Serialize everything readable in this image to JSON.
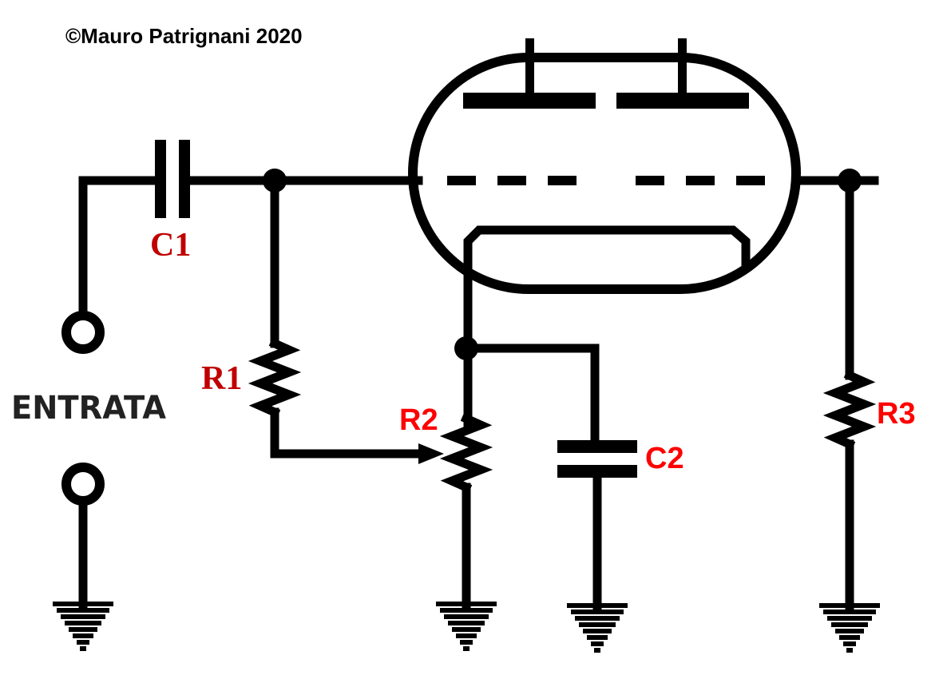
{
  "copyright": "©Mauro Patrignani 2020",
  "input_label": "ENTRATA",
  "components": {
    "C1": "C1",
    "R1": "R1",
    "R2": "R2",
    "C2": "C2",
    "R3": "R3"
  },
  "colors": {
    "wire": "#000000",
    "label_dark_red": "#c00000",
    "label_red": "#ff0000",
    "background": "#ffffff"
  }
}
